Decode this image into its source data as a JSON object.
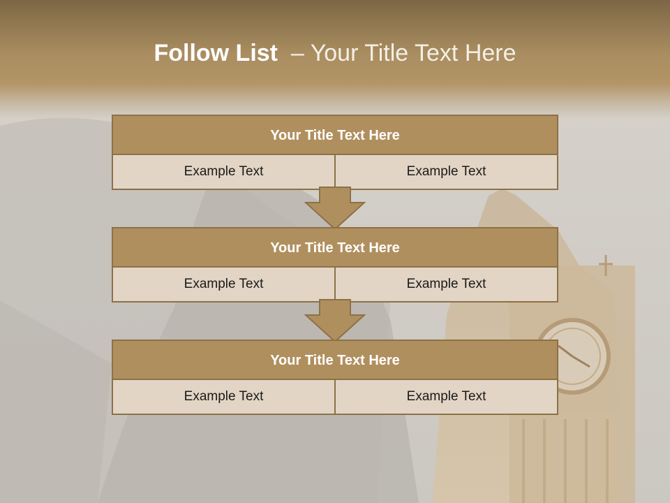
{
  "slide": {
    "title_bold": "Follow List",
    "title_dash": "–",
    "title_rest": "Your Title Text Here"
  },
  "steps": [
    {
      "title": "Your Title Text Here",
      "left_text": "Example Text",
      "right_text": "Example Text"
    },
    {
      "title": "Your Title Text Here",
      "left_text": "Example Text",
      "right_text": "Example Text"
    },
    {
      "title": "Your Title Text Here",
      "left_text": "Example Text",
      "right_text": "Example Text"
    }
  ],
  "colors": {
    "header_brown": "#a98d60",
    "block_title_fill": "#b08f5f",
    "block_row_fill": "#e2d5c6",
    "border": "#8c7146"
  },
  "icons": {
    "connector": "down-arrow-icon"
  }
}
